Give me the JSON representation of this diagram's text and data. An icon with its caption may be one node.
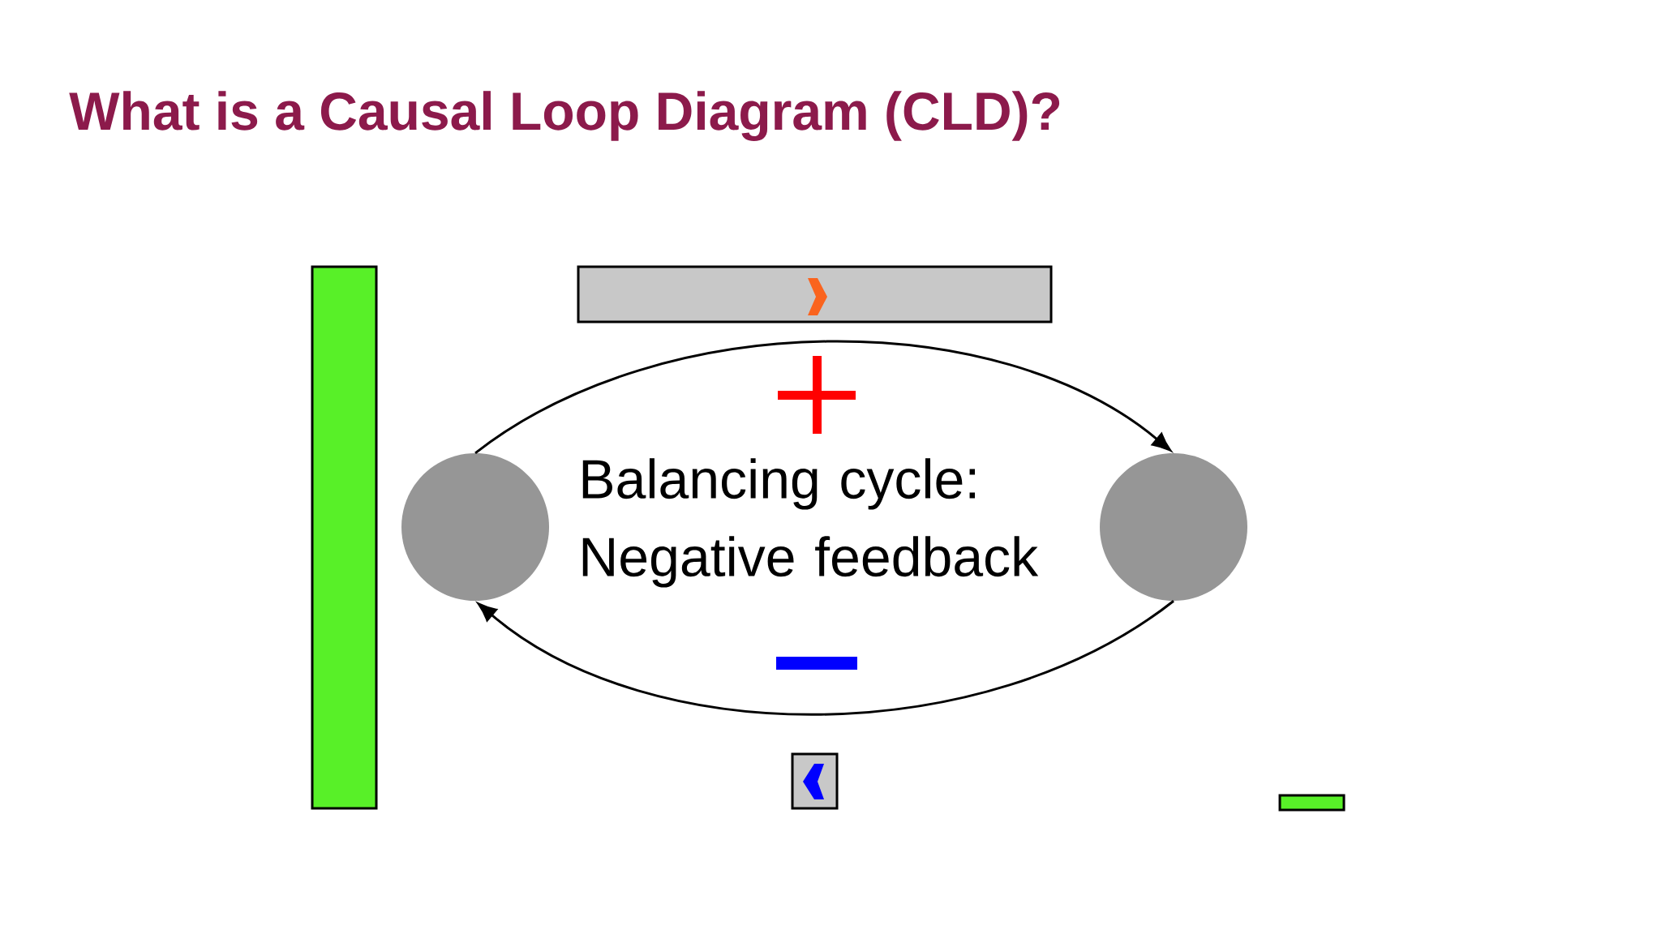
{
  "diagram": {
    "title": "What is a Causal Loop Diagram (CLD)?",
    "nodes": [
      {
        "text": [],
        "shape": "circle"
      },
      {
        "text": [],
        "shape": "circle"
      }
    ],
    "edges": [
      {
        "from": 0,
        "to": 1,
        "arrow": "to"
      },
      {
        "from": 1,
        "to": 0,
        "arrow": "to"
      }
    ],
    "labels": [
      "Balancing cycle: Negative feedback"
    ]
  }
}
